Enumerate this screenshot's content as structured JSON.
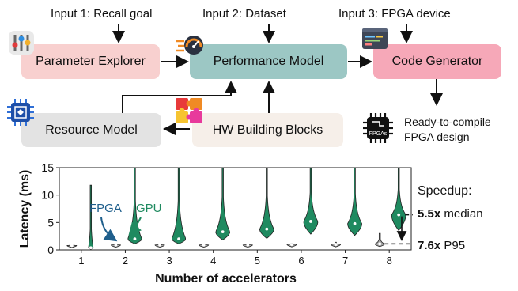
{
  "inputs": [
    {
      "label": "Input 1: Recall goal"
    },
    {
      "label": "Input 2: Dataset"
    },
    {
      "label": "Input 3: FPGA device"
    }
  ],
  "boxes": {
    "parameter_explorer": {
      "label": "Parameter Explorer",
      "color": "#f8d0cf"
    },
    "performance_model": {
      "label": "Performance Model",
      "color": "#9cc7c4"
    },
    "code_generator": {
      "label": "Code Generator",
      "color": "#f6a8b8"
    },
    "resource_model": {
      "label": "Resource Model",
      "color": "#e3e3e3"
    },
    "hw_blocks": {
      "label": "HW Building Blocks",
      "color": "#f6efe9"
    }
  },
  "output": {
    "line1": "Ready-to-compile",
    "line2": "FPGA design",
    "chip_text": "FPGAs"
  },
  "speedup": {
    "title": "Speedup:",
    "median_value": "5.5x",
    "median_label": "median",
    "p95_value": "7.6x",
    "p95_label": "P95"
  },
  "chart_data": {
    "type": "violin",
    "ylabel": "Latency (ms)",
    "xlabel": "Number of accelerators",
    "categories": [
      "1",
      "2",
      "3",
      "4",
      "5",
      "6",
      "7",
      "8"
    ],
    "ylim": [
      0,
      15
    ],
    "yticks": [
      0,
      5,
      10,
      15
    ],
    "annotations": [
      "FPGA",
      "GPU"
    ],
    "series": [
      {
        "name": "FPGA",
        "color": "#a9a9a9",
        "median": [
          0.8,
          0.9,
          0.9,
          0.9,
          0.9,
          1.0,
          1.0,
          1.1
        ],
        "max": [
          1.0,
          1.1,
          1.1,
          1.1,
          1.1,
          1.2,
          1.4,
          3.0
        ]
      },
      {
        "name": "GPU",
        "color": "#1f8a60",
        "median": [
          0.4,
          2.0,
          2.0,
          3.3,
          3.8,
          5.2,
          4.8,
          6.4
        ],
        "max": [
          11.8,
          15,
          15,
          15,
          15,
          15,
          15,
          15
        ]
      }
    ]
  }
}
